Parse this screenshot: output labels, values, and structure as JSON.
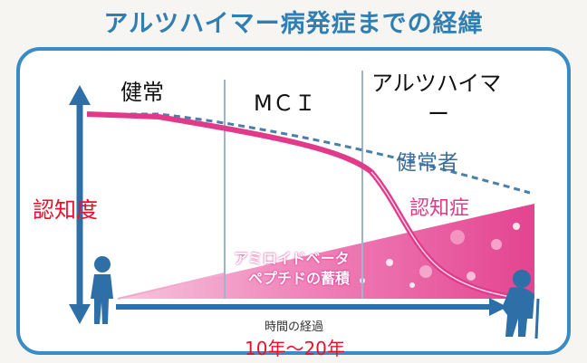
{
  "title": "アルツハイマー病発症までの経緯",
  "phases": {
    "normal": "健常",
    "mci": "MＣＩ",
    "alz_line1": "アルツハイマ",
    "alz_line2": "ー"
  },
  "labels": {
    "y_axis": "認知度",
    "healthy": "健常者",
    "dementia": "認知症",
    "amyloid_line1": "アミロイドベータ",
    "amyloid_line2": "ペプチドの蓄積",
    "time_axis": "時間の経過",
    "duration": "10年～20年"
  },
  "colors": {
    "frame": "#3b8cc4",
    "decline_curve": "#e23a8a",
    "healthy_curve": "#4a7fa8",
    "amyloid_fill": "#e8449a",
    "axis": "#2d6fa6"
  }
}
